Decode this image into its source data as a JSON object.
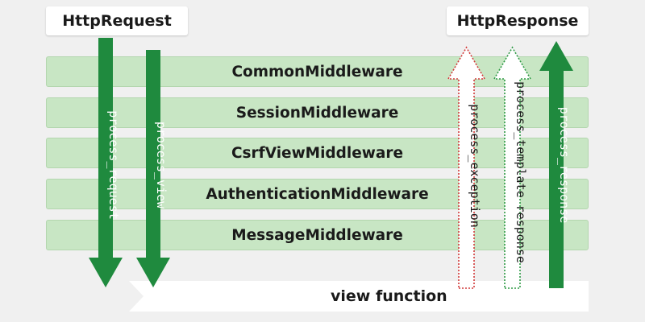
{
  "request_label": "HttpRequest",
  "response_label": "HttpResponse",
  "middlewares": [
    "CommonMiddleware",
    "SessionMiddleware",
    "CsrfViewMiddleware",
    "AuthenticationMiddleware",
    "MessageMiddleware"
  ],
  "view_function_label": "view function",
  "arrows": {
    "process_request": "process_request",
    "process_view": "process_view",
    "process_exception": "process_exception",
    "process_template_response": "process_template response",
    "process_response": "process_response"
  },
  "colors": {
    "background": "#f0f0f0",
    "layer_fill": "#c8e6c4",
    "arrow_solid": "#1f8a3e",
    "arrow_dotted_red": "#d23a3a",
    "arrow_dotted_green": "#2e9a45"
  }
}
